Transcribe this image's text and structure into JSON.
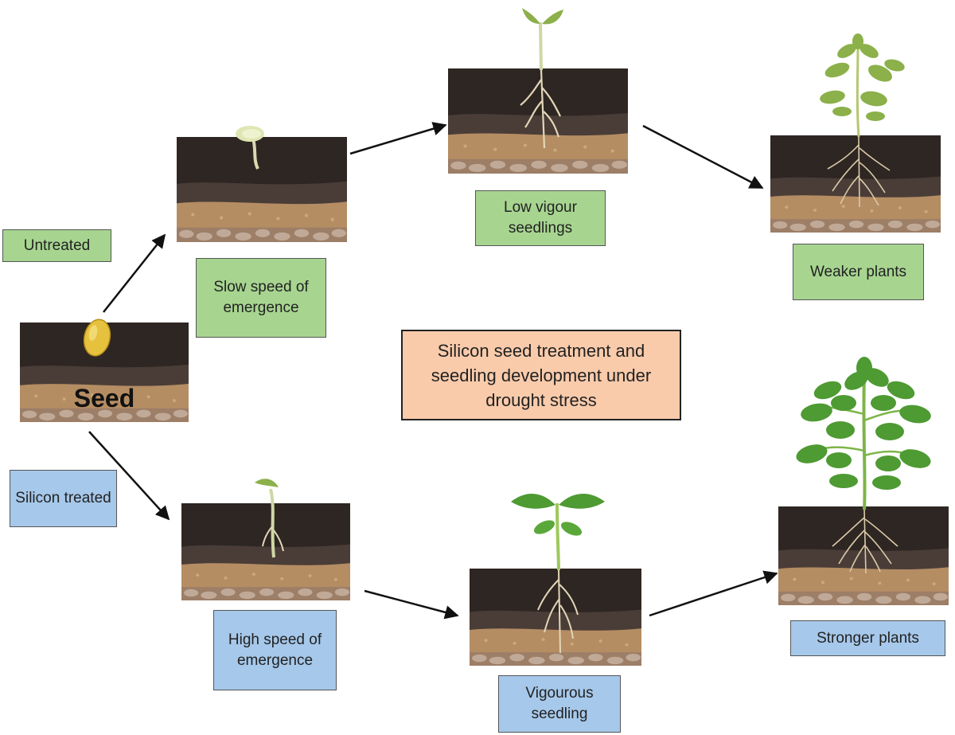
{
  "title": "Silicon seed treatment and seedling development under drought stress",
  "seed_label": "Seed",
  "branches": {
    "untreated": {
      "label": "Untreated",
      "stages": [
        "Slow speed of emergence",
        "Low vigour seedlings",
        "Weaker plants"
      ]
    },
    "silicon": {
      "label": "Silicon treated",
      "stages": [
        "High speed of emergence",
        "Vigourous seedling",
        "Stronger plants"
      ]
    }
  },
  "colors": {
    "untreated": "#a7d590",
    "silicon": "#a6c8ea",
    "title_box": "#f9cbab",
    "soil_top": "#2e2622",
    "soil_mid": "#4a3d38",
    "soil_bottom": "#b58d63",
    "leaf": "#8cb04a",
    "leaf_strong": "#4e9a33",
    "seed": "#e6c13e"
  }
}
